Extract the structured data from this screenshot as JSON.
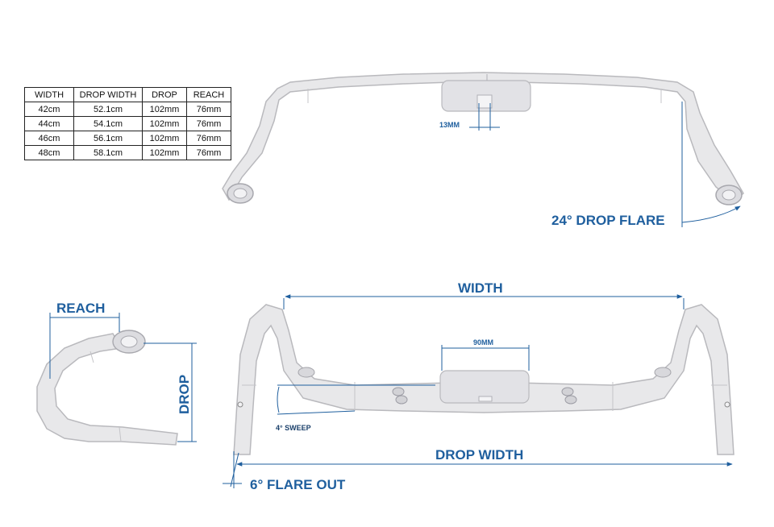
{
  "spec_table": {
    "headers": [
      "WIDTH",
      "DROP WIDTH",
      "DROP",
      "REACH"
    ],
    "rows": [
      [
        "42cm",
        "52.1cm",
        "102mm",
        "76mm"
      ],
      [
        "44cm",
        "54.1cm",
        "102mm",
        "76mm"
      ],
      [
        "46cm",
        "56.1cm",
        "102mm",
        "76mm"
      ],
      [
        "48cm",
        "58.1cm",
        "102mm",
        "76mm"
      ]
    ]
  },
  "labels": {
    "clamp_13mm": "13MM",
    "drop_flare": "24° DROP FLARE",
    "reach": "REACH",
    "drop": "DROP",
    "width": "WIDTH",
    "clamp_90mm": "90MM",
    "sweep": "4° SWEEP",
    "drop_width": "DROP WIDTH",
    "flare_out": "6° FLARE OUT"
  },
  "colors": {
    "dimension": "#1f5f9e",
    "bar_fill": "#e8e8ea",
    "bar_stroke": "#b9b9bd"
  }
}
